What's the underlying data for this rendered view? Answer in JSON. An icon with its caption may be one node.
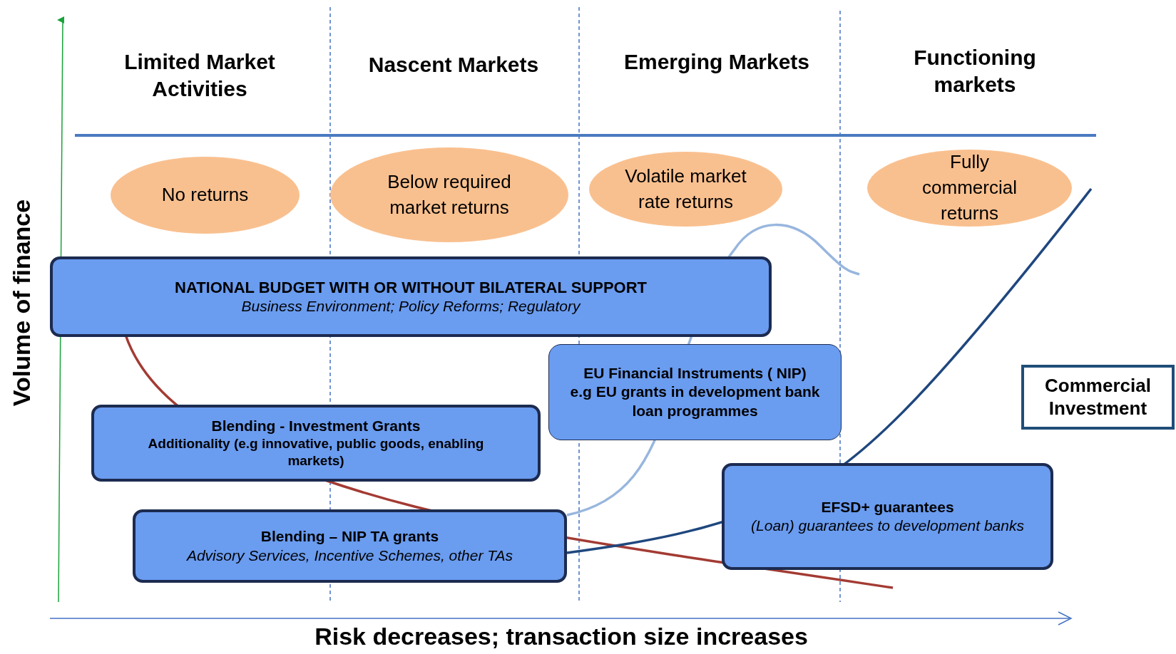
{
  "diagram": {
    "nodes": [
      {
        "text": [
          "No returns"
        ]
      },
      {
        "text": [
          "Below required market returns"
        ]
      },
      {
        "text": [
          "Volatile market rate returns"
        ]
      },
      {
        "text": [
          "Fully commercial returns"
        ]
      },
      {
        "text": [
          "NATIONAL BUDGET WITH OR WITHOUT BILATERAL SUPPORT",
          "Business Environment; Policy Reforms; Regulatory"
        ]
      },
      {
        "text": [
          "EU Financial Instruments ( NIP)",
          "e.g EU grants in development bank loan programmes"
        ]
      },
      {
        "text": [
          "Commercial Investment"
        ]
      },
      {
        "text": [
          "Blending -  Investment Grants",
          "Additionality (e.g innovative, public goods, enabling markets)"
        ]
      },
      {
        "text": [
          "EFSD+ guarantees",
          "(Loan) guarantees to development banks"
        ]
      },
      {
        "text": [
          "Blending – NIP TA  grants",
          "Advisory Services, Incentive Schemes, other TAs"
        ]
      }
    ],
    "labels": [
      "Limited Market Activities",
      "Nascent Markets",
      "Emerging Markets",
      "Functioning markets",
      "Volume of finance",
      "Risk decreases; transaction size increases"
    ]
  }
}
